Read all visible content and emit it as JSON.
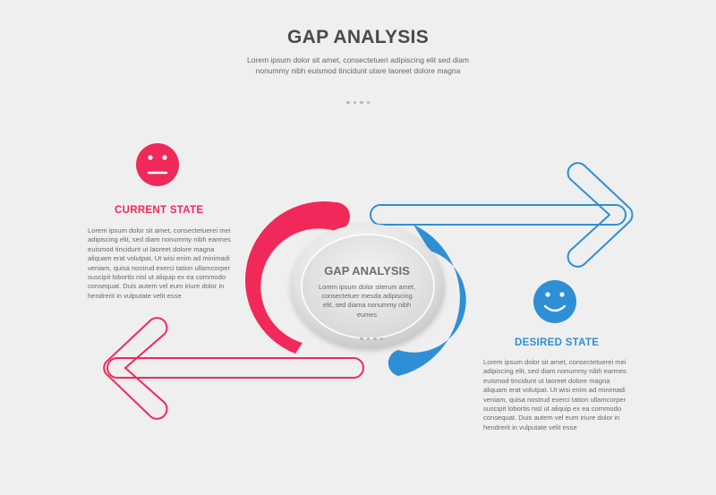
{
  "header": {
    "title": "GAP ANALYSIS",
    "subtitle": "Lorem ipsum dolor sit amet, consectetueri adipiscing elit sed diam nonummy nibh euismod tincidunt utare laoreet dolore magna"
  },
  "current_state": {
    "title": "CURRENT STATE",
    "text": "Lorem ipsum dolor sit amet, consectetuerei mei adipiscing elit, sed diam nonummy nibh earmes euismod tincidunt ut laoreet dolore magna aliquam erat volutpat. Ut wisi enim ad minimadi veniam, quisa nostrud exerci tation ullamcorper suscipit lobortis nisl ut aliquip ex ea commodo consequat. Duis autem vel eum iriure dolor in hendrerit in vulputate velit esse",
    "icon": "sad-face-icon",
    "color": "#f0295a"
  },
  "desired_state": {
    "title": "DESIRED STATE",
    "text": "Lorem ipsum dolor sit amet, consectetuerei mei adipiscing elit, sed diam nonummy nibh earmes euismod tincidunt ut laoreet dolore magna aliquam erat volutpat. Ut wisi enim ad minimadi veniam, quisa nostrud exerci tation ullamcorper suscipit lobortis nisl ut aliquip ex ea commodo consequat. Duis autem vel eum iriure dolor in hendrerit in vulputate velit esse",
    "icon": "happy-face-icon",
    "color": "#2f8fd6"
  },
  "center": {
    "title": "GAP ANALYSIS",
    "text": "Lorem ipsum dolor siterum amet, consectetuer mesda adipiscing elit, sed diama nonummy nibh eumes"
  }
}
